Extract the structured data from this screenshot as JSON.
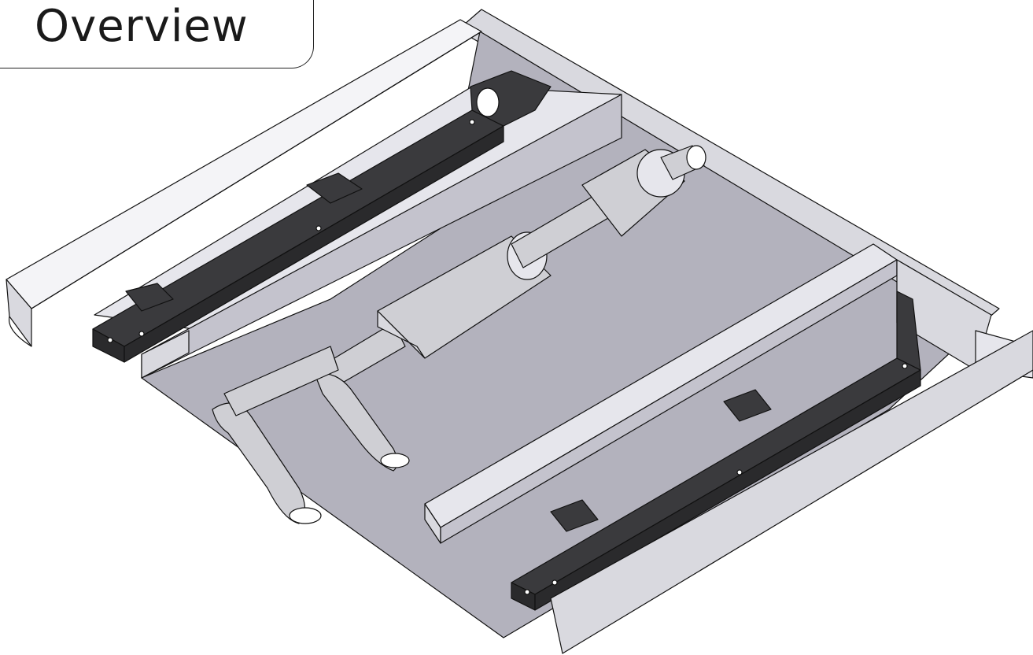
{
  "header": {
    "title": "Overview"
  },
  "colors": {
    "panel": "#b3b2bd",
    "panel_light": "#d9d9df",
    "panel_side": "#c4c3cd",
    "rail": "#2a2a2c",
    "rail_top": "#3a3a3d",
    "pipe": "#cfcfd4",
    "outline": "#111111"
  },
  "parts": [
    {
      "name": "left-gutter",
      "label": ""
    },
    {
      "name": "left-rail",
      "label": ""
    },
    {
      "name": "right-rail",
      "label": ""
    },
    {
      "name": "muffler",
      "label": ""
    },
    {
      "name": "resonator",
      "label": ""
    },
    {
      "name": "exhaust-pipe",
      "label": ""
    }
  ]
}
